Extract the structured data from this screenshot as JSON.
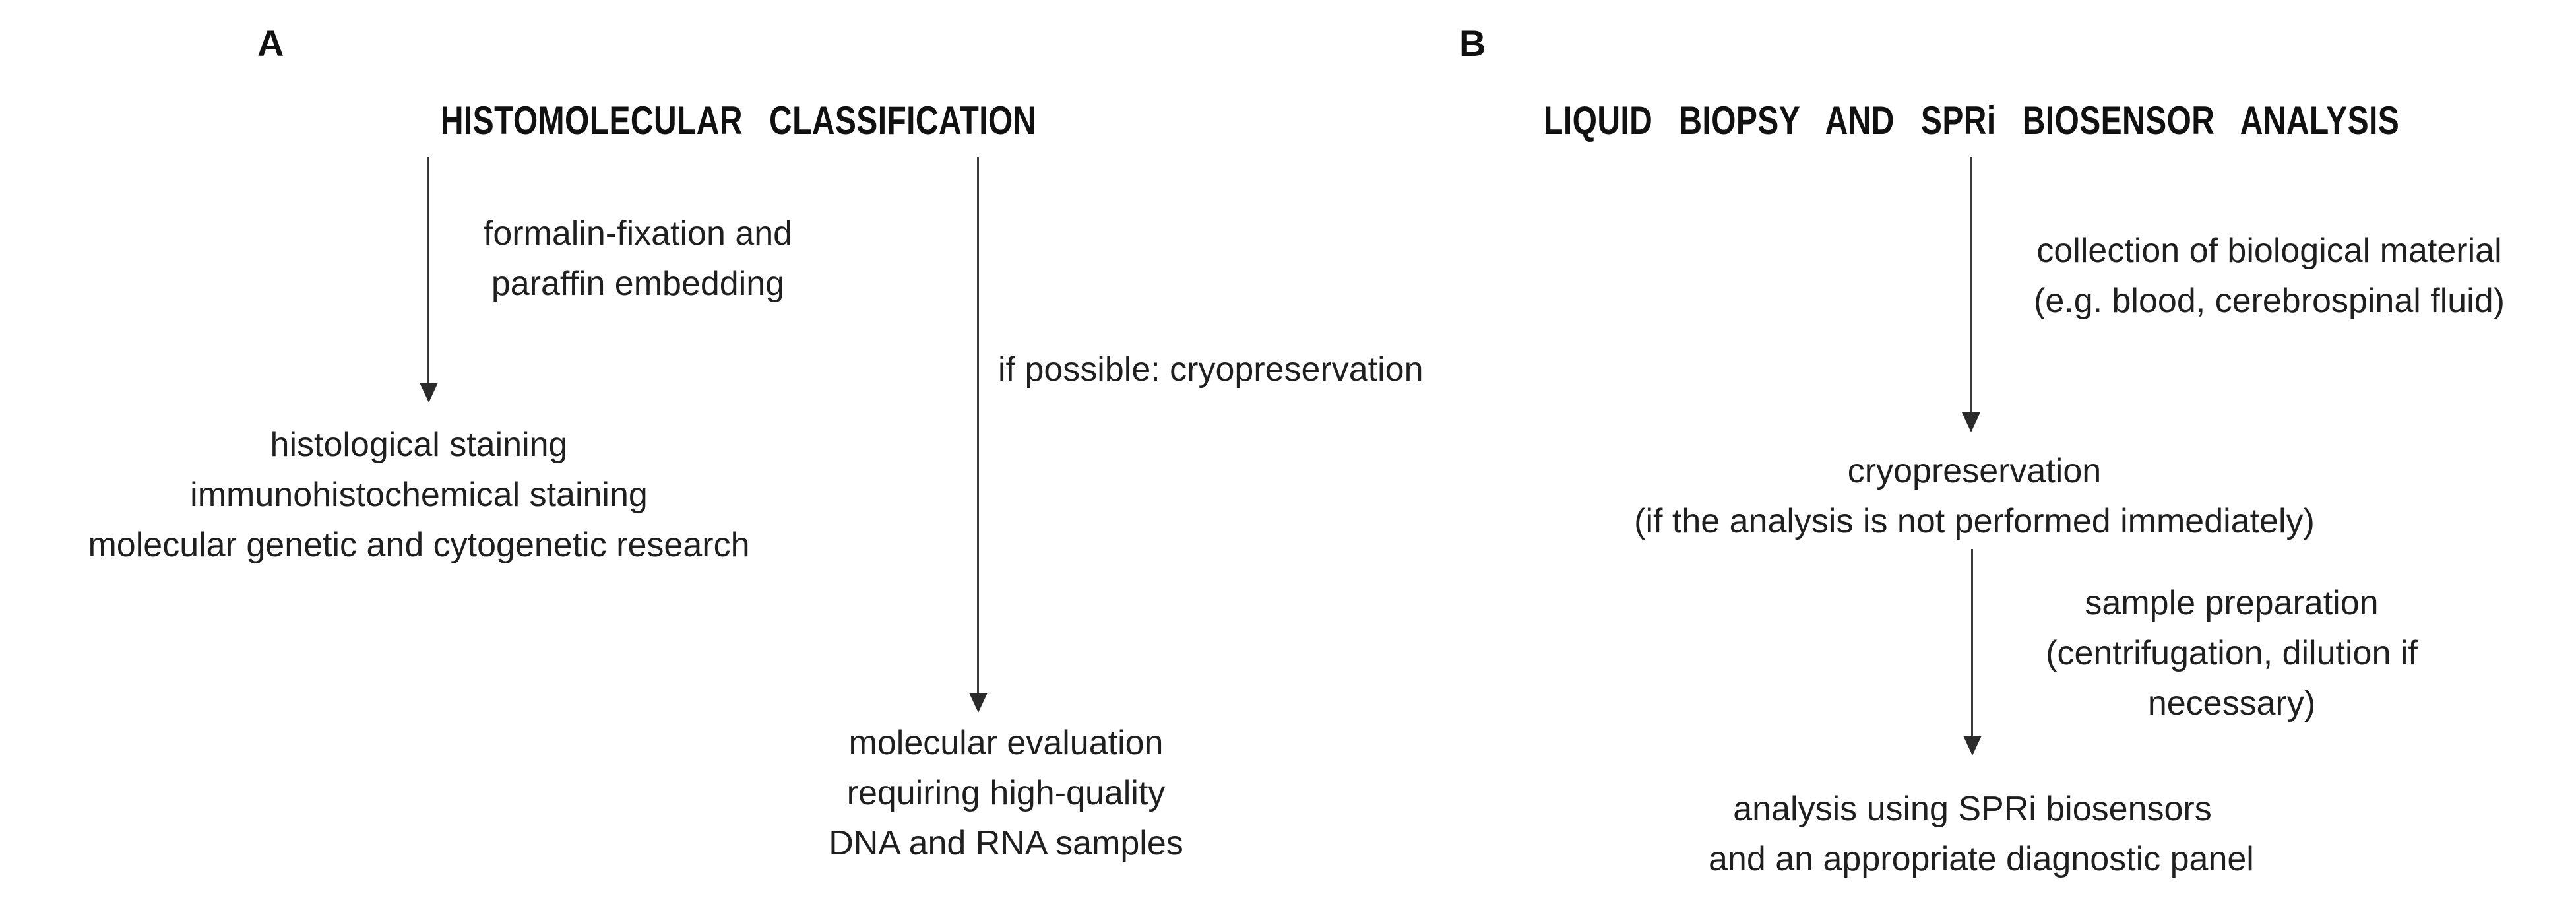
{
  "panel_a": {
    "label": "A",
    "title": "HISTOMOLECULAR CLASSIFICATION",
    "fixation_note": "formalin-fixation and\nparaffin embedding",
    "staining_result": "histological staining\nimmunohistochemical staining\nmolecular genetic and cytogenetic research",
    "cryo_note": "if possible: cryopreservation",
    "molecular_result": "molecular evaluation\nrequiring high-quality\nDNA and RNA samples"
  },
  "panel_b": {
    "label": "B",
    "title": "LIQUID BIOPSY AND SPRi BIOSENSOR ANALYSIS",
    "collection_note": "collection of biological material\n(e.g. blood, cerebrospinal fluid)",
    "cryopreservation_step": "cryopreservation\n(if the analysis is not performed immediately)",
    "sample_prep_note": "sample preparation\n(centrifugation, dilution if\nnecessary)",
    "analysis_step": "analysis using SPRi biosensors\nand an appropriate diagnostic panel"
  },
  "colors": {
    "background": "#ffffff",
    "text": "#1f1f1f",
    "arrow": "#3a3a3a"
  }
}
